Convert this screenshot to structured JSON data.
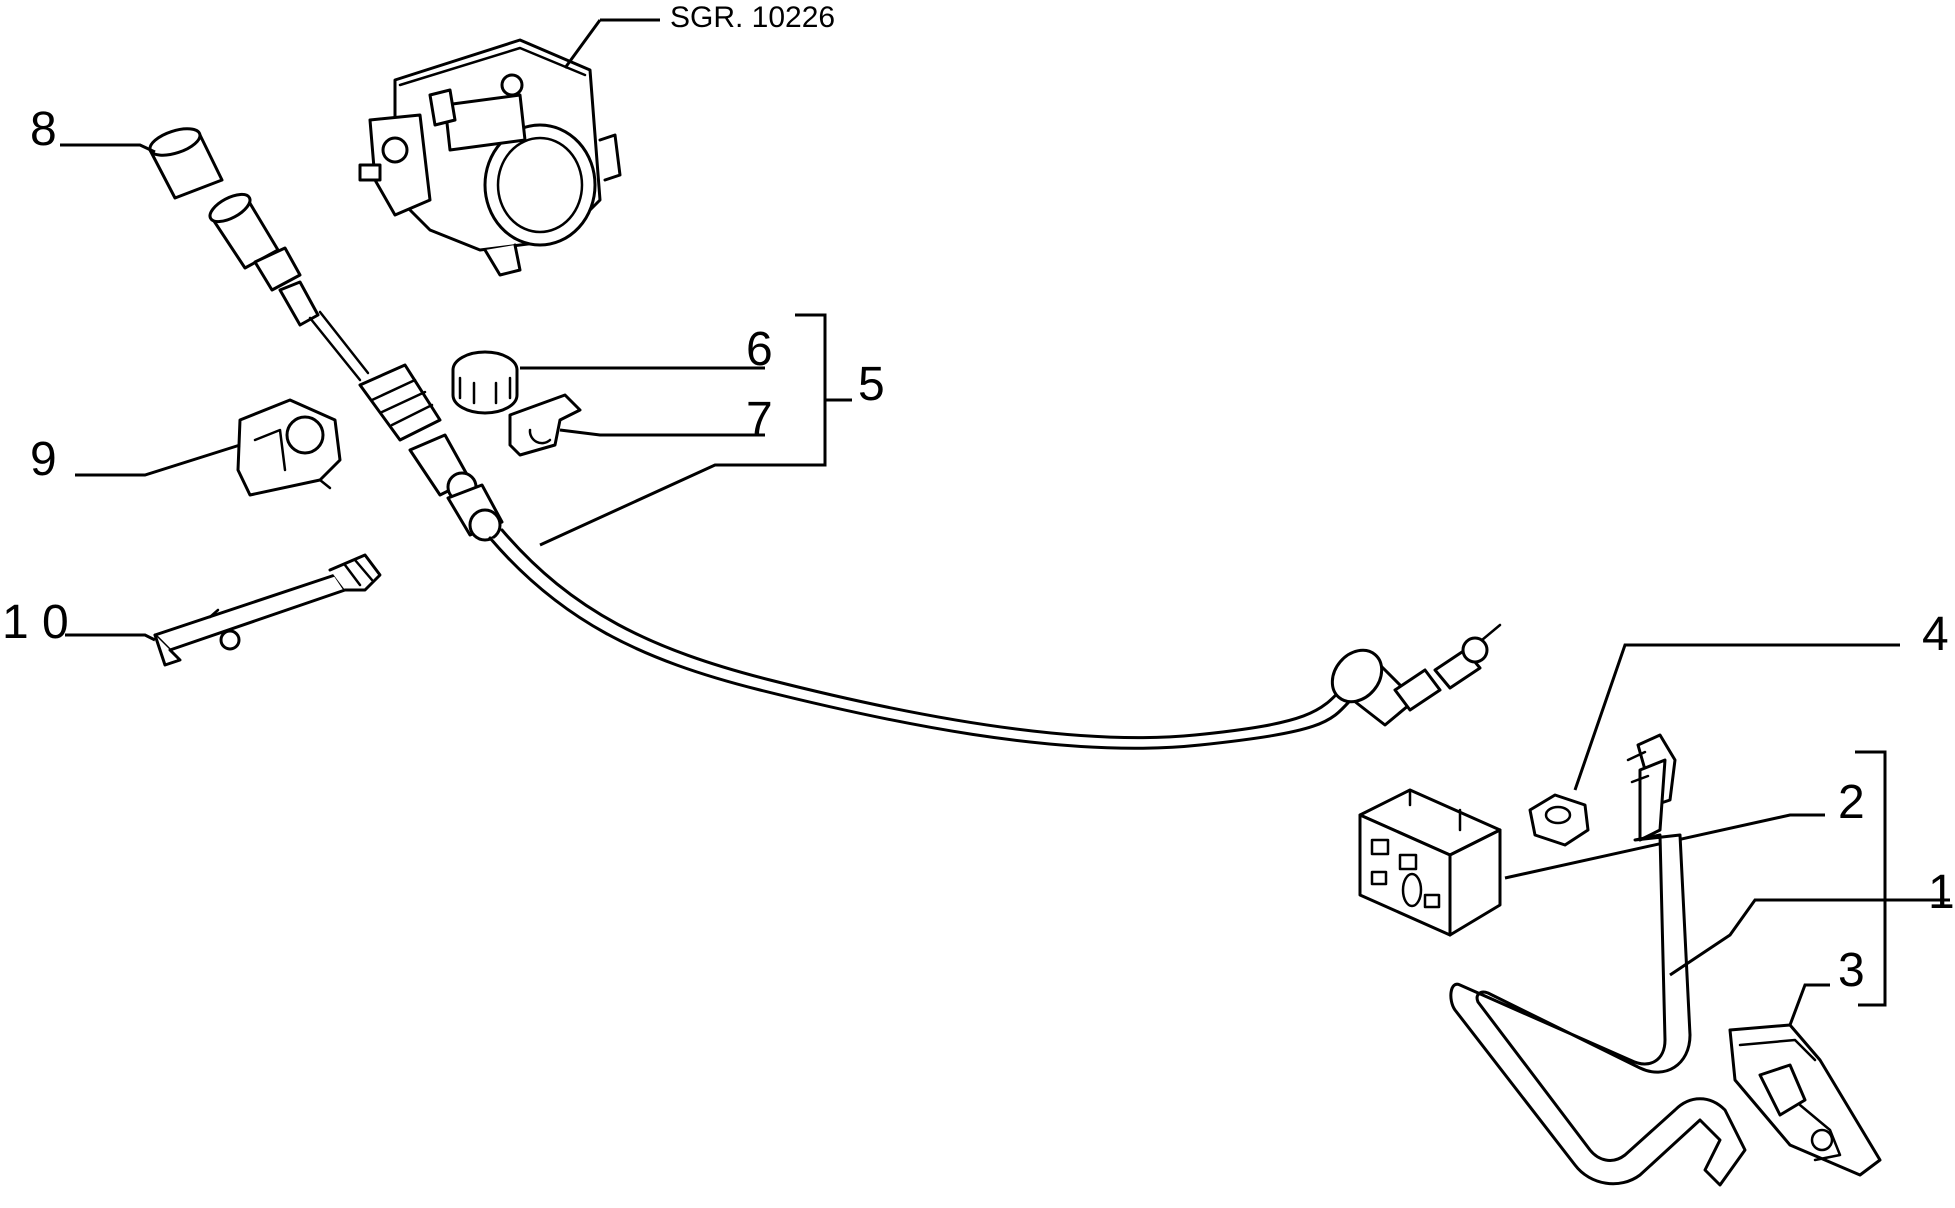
{
  "diagram": {
    "reference": "SGR. 10226",
    "callouts": [
      {
        "id": "c1",
        "text": "1"
      },
      {
        "id": "c2",
        "text": "2"
      },
      {
        "id": "c3",
        "text": "3"
      },
      {
        "id": "c4",
        "text": "4"
      },
      {
        "id": "c5",
        "text": "5"
      },
      {
        "id": "c6",
        "text": "6"
      },
      {
        "id": "c7",
        "text": "7"
      },
      {
        "id": "c8",
        "text": "8"
      },
      {
        "id": "c9",
        "text": "9"
      },
      {
        "id": "c10",
        "text": "1 0"
      }
    ]
  }
}
